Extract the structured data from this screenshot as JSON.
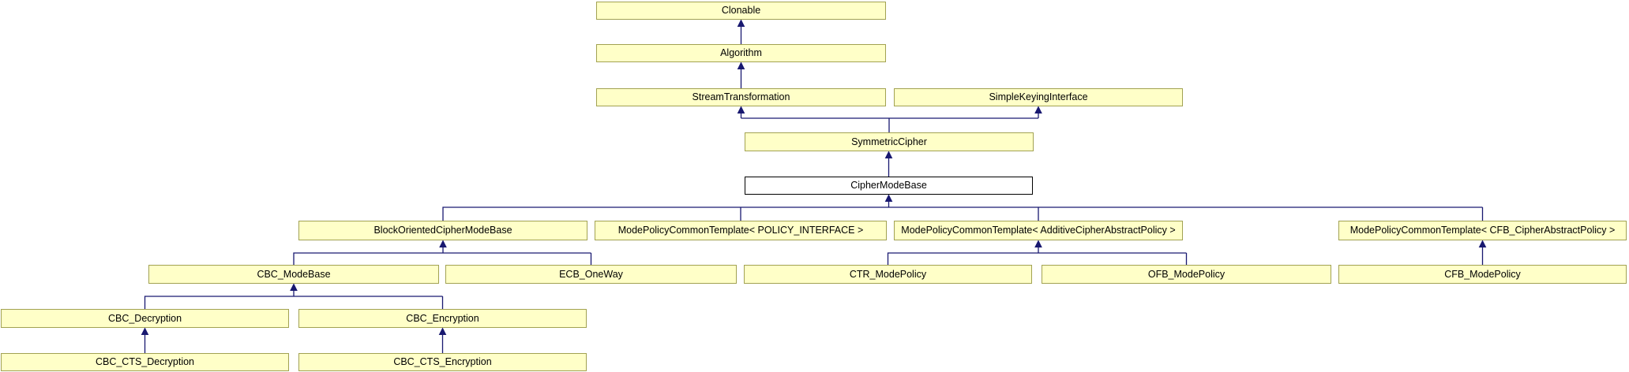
{
  "diagram": {
    "kind": "class-inheritance-graph",
    "colors": {
      "node_fill": "#FFFFC8",
      "node_border": "#A2A252",
      "current_fill": "#FFFFFF",
      "current_border": "#000000",
      "edge": "#191970",
      "text": "#000000",
      "background": "#FFFFFF"
    },
    "nodes": [
      {
        "label": "Clonable",
        "current": false
      },
      {
        "label": "Algorithm",
        "current": false
      },
      {
        "label": "StreamTransformation",
        "current": false
      },
      {
        "label": "SimpleKeyingInterface",
        "current": false
      },
      {
        "label": "SymmetricCipher",
        "current": false
      },
      {
        "label": "CipherModeBase",
        "current": true
      },
      {
        "label": "BlockOrientedCipherModeBase",
        "current": false
      },
      {
        "label": "ModePolicyCommonTemplate< POLICY_INTERFACE >",
        "current": false
      },
      {
        "label": "ModePolicyCommonTemplate< AdditiveCipherAbstractPolicy >",
        "current": false
      },
      {
        "label": "ModePolicyCommonTemplate< CFB_CipherAbstractPolicy >",
        "current": false
      },
      {
        "label": "CBC_ModeBase",
        "current": false
      },
      {
        "label": "ECB_OneWay",
        "current": false
      },
      {
        "label": "CTR_ModePolicy",
        "current": false
      },
      {
        "label": "OFB_ModePolicy",
        "current": false
      },
      {
        "label": "CFB_ModePolicy",
        "current": false
      },
      {
        "label": "CBC_Decryption",
        "current": false
      },
      {
        "label": "CBC_Encryption",
        "current": false
      },
      {
        "label": "CBC_CTS_Decryption",
        "current": false
      },
      {
        "label": "CBC_CTS_Encryption",
        "current": false
      }
    ],
    "edges": [
      {
        "derived": "Algorithm",
        "base": "Clonable"
      },
      {
        "derived": "StreamTransformation",
        "base": "Algorithm"
      },
      {
        "derived": "SymmetricCipher",
        "base": "StreamTransformation"
      },
      {
        "derived": "SymmetricCipher",
        "base": "SimpleKeyingInterface"
      },
      {
        "derived": "CipherModeBase",
        "base": "SymmetricCipher"
      },
      {
        "derived": "BlockOrientedCipherModeBase",
        "base": "CipherModeBase"
      },
      {
        "derived": "ModePolicyCommonTemplate< POLICY_INTERFACE >",
        "base": "CipherModeBase"
      },
      {
        "derived": "ModePolicyCommonTemplate< AdditiveCipherAbstractPolicy >",
        "base": "CipherModeBase"
      },
      {
        "derived": "ModePolicyCommonTemplate< CFB_CipherAbstractPolicy >",
        "base": "CipherModeBase"
      },
      {
        "derived": "CBC_ModeBase",
        "base": "BlockOrientedCipherModeBase"
      },
      {
        "derived": "ECB_OneWay",
        "base": "BlockOrientedCipherModeBase"
      },
      {
        "derived": "CTR_ModePolicy",
        "base": "ModePolicyCommonTemplate< AdditiveCipherAbstractPolicy >"
      },
      {
        "derived": "OFB_ModePolicy",
        "base": "ModePolicyCommonTemplate< AdditiveCipherAbstractPolicy >"
      },
      {
        "derived": "CFB_ModePolicy",
        "base": "ModePolicyCommonTemplate< CFB_CipherAbstractPolicy >"
      },
      {
        "derived": "CBC_Decryption",
        "base": "CBC_ModeBase"
      },
      {
        "derived": "CBC_Encryption",
        "base": "CBC_ModeBase"
      },
      {
        "derived": "CBC_CTS_Decryption",
        "base": "CBC_Decryption"
      },
      {
        "derived": "CBC_CTS_Encryption",
        "base": "CBC_Encryption"
      }
    ]
  }
}
